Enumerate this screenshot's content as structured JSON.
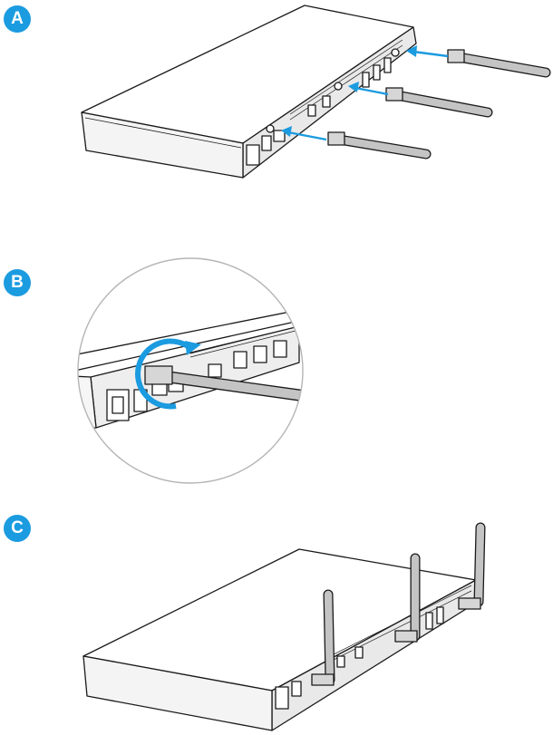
{
  "steps": [
    {
      "label": "A"
    },
    {
      "label": "B"
    },
    {
      "label": "C"
    }
  ],
  "colors": {
    "accent": "#1b9be0",
    "outline": "#1a1a1a",
    "device_top": "#ffffff",
    "device_side": "#e6e6e6",
    "antenna": "#bfbfbf",
    "zoom_circle": "#b5b5b5"
  },
  "icons": {
    "insert_arrow": "arrow-right-icon",
    "rotate": "rotate-clockwise-icon"
  }
}
